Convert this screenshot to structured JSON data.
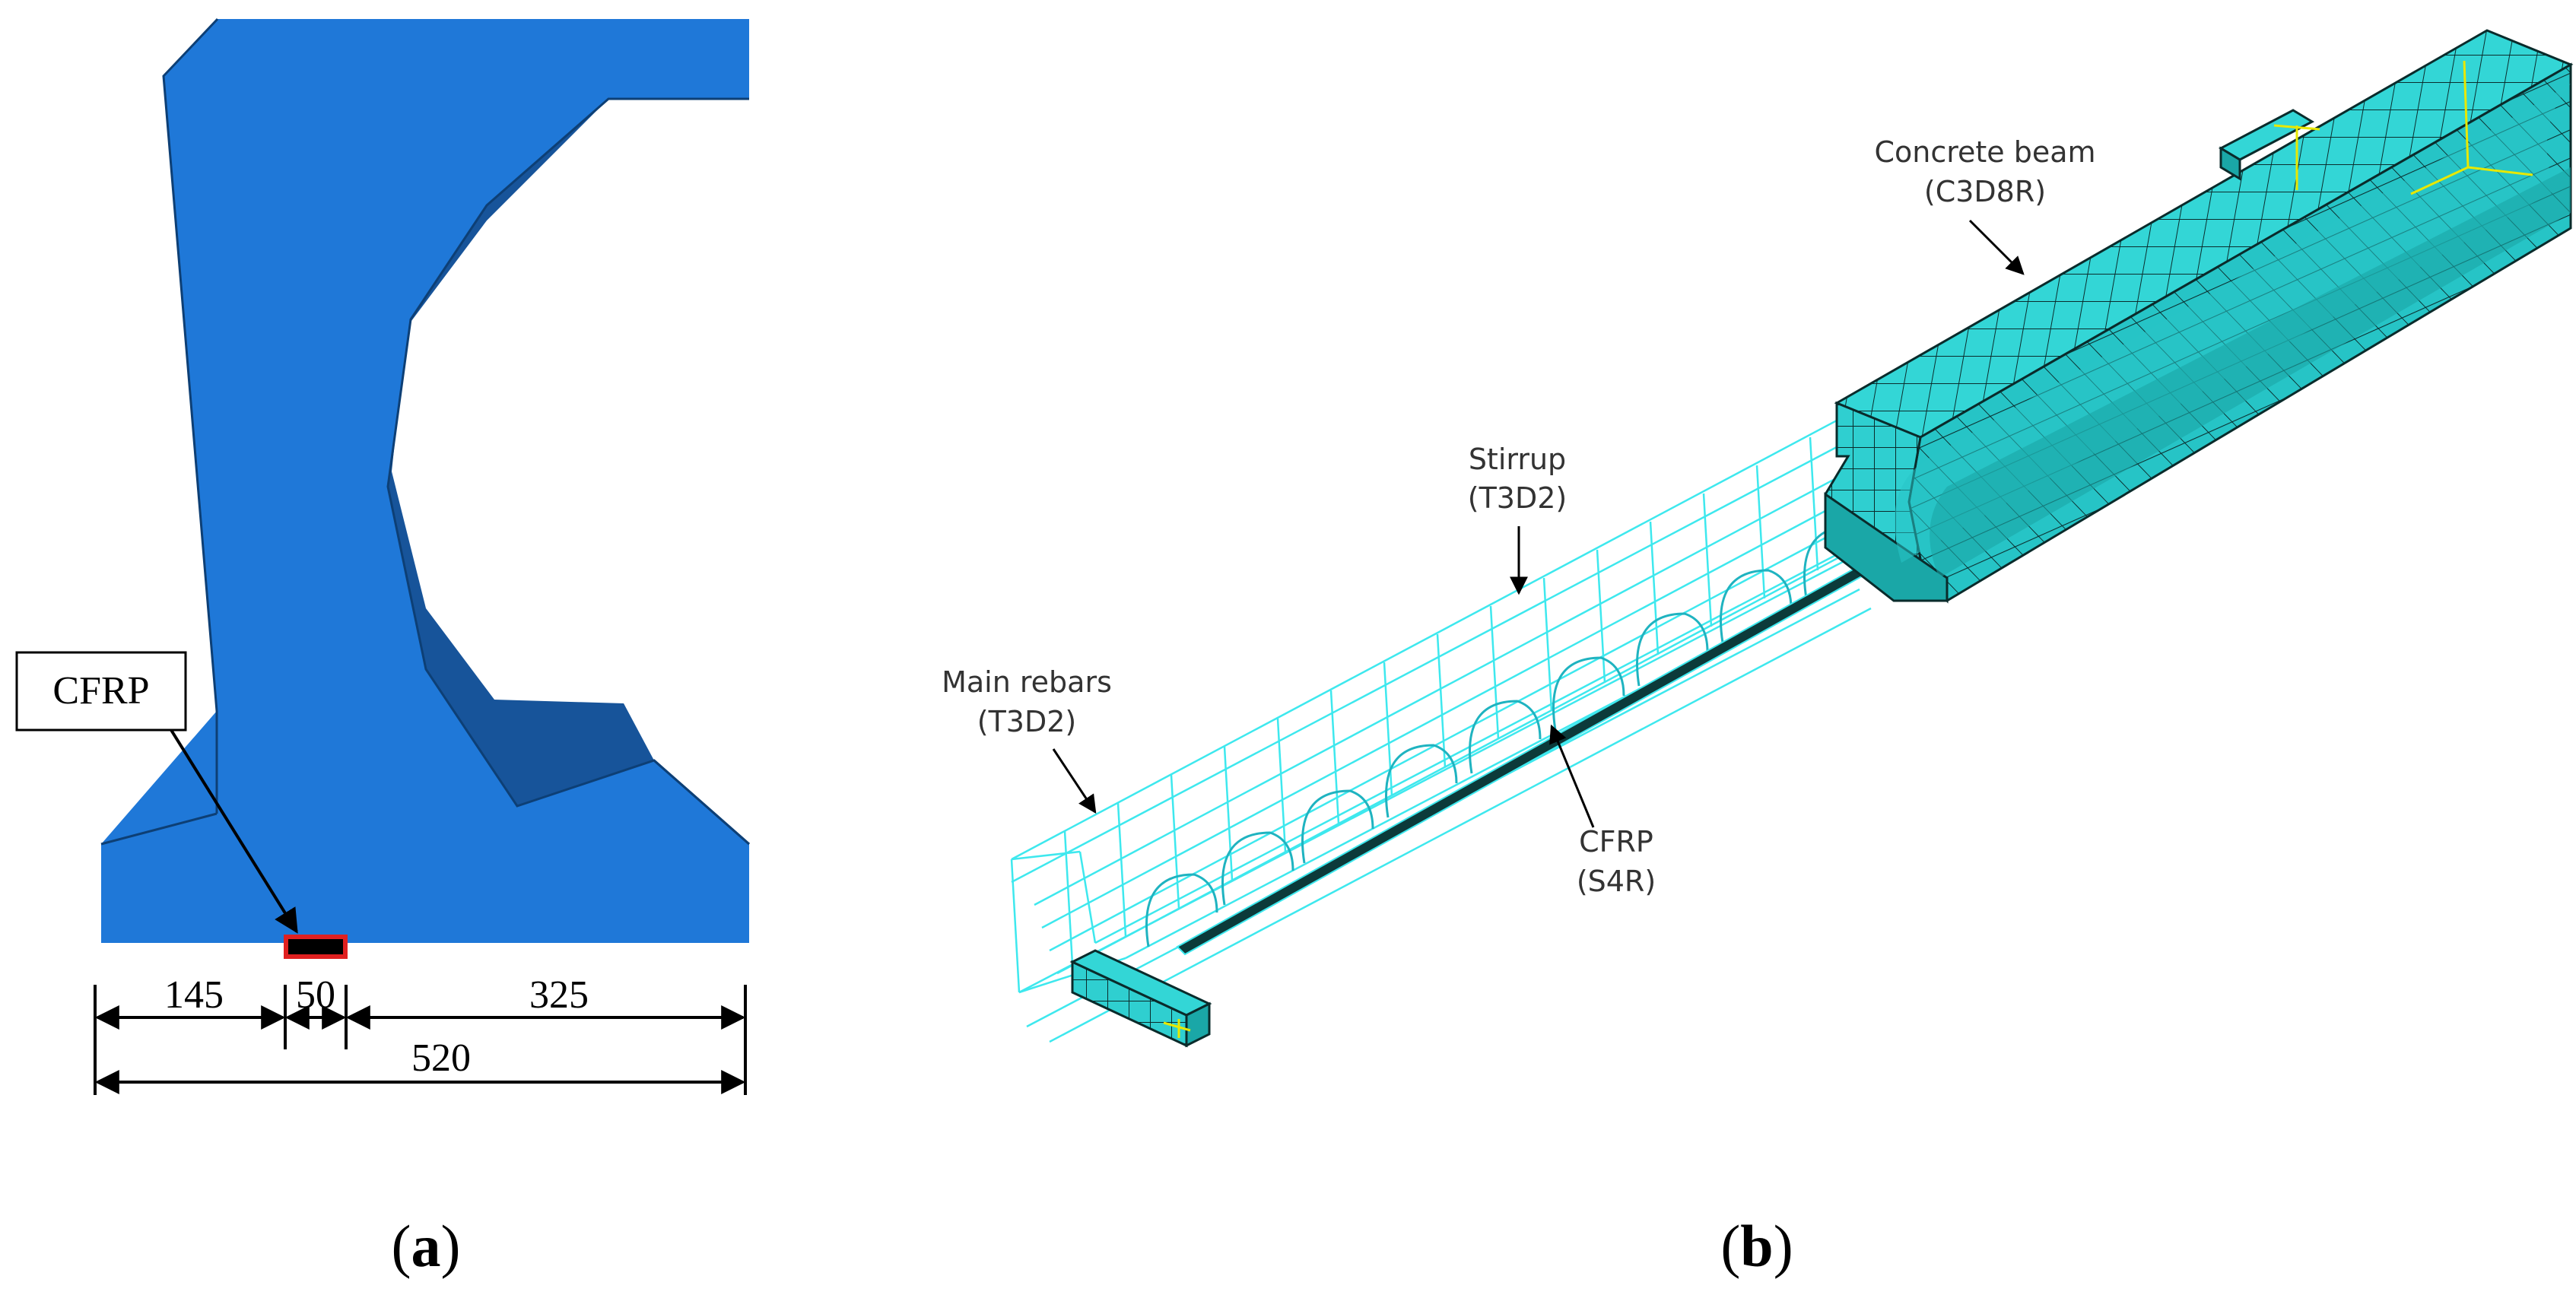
{
  "panel_a": {
    "label_open": "(",
    "label_letter": "a",
    "label_close": ")",
    "cfrp_box_label": "CFRP",
    "dimensions": {
      "d145": "145",
      "d50": "50",
      "d325": "325",
      "d520": "520"
    },
    "colors": {
      "section_face": "#1f78d8",
      "section_shadow": "#17549a",
      "cfrp_strip": "#000000",
      "cfrp_outline": "#e02020"
    }
  },
  "panel_b": {
    "label_open": "(",
    "label_letter": "b",
    "label_close": ")",
    "concrete_label": "Concrete beam",
    "concrete_type": "(C3D8R)",
    "stirrup_label": "Stirrup",
    "stirrup_type": "(T3D2)",
    "rebar_label": "Main rebars",
    "rebar_type": "(T3D2)",
    "cfrp_label": "CFRP",
    "cfrp_type": "(S4R)",
    "colors": {
      "mesh_fill": "#33d6d6",
      "mesh_dark": "#1aa7a7",
      "mesh_line": "#0a2b2b",
      "wire": "#3ee8ee",
      "boundary_marker": "#e8e800"
    }
  }
}
